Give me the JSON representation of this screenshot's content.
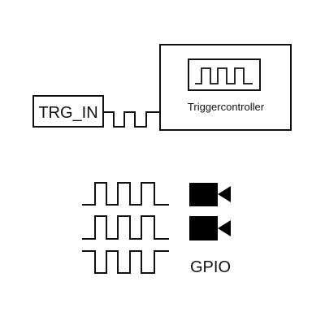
{
  "diagram": {
    "trigger_input": {
      "label": "TRG_IN"
    },
    "trigger_controller": {
      "label": "Triggercontroller"
    },
    "outputs": {
      "camera_icon_1": "video-camera-icon",
      "camera_icon_2": "video-camera-icon",
      "gpio_label": "GPIO"
    }
  }
}
